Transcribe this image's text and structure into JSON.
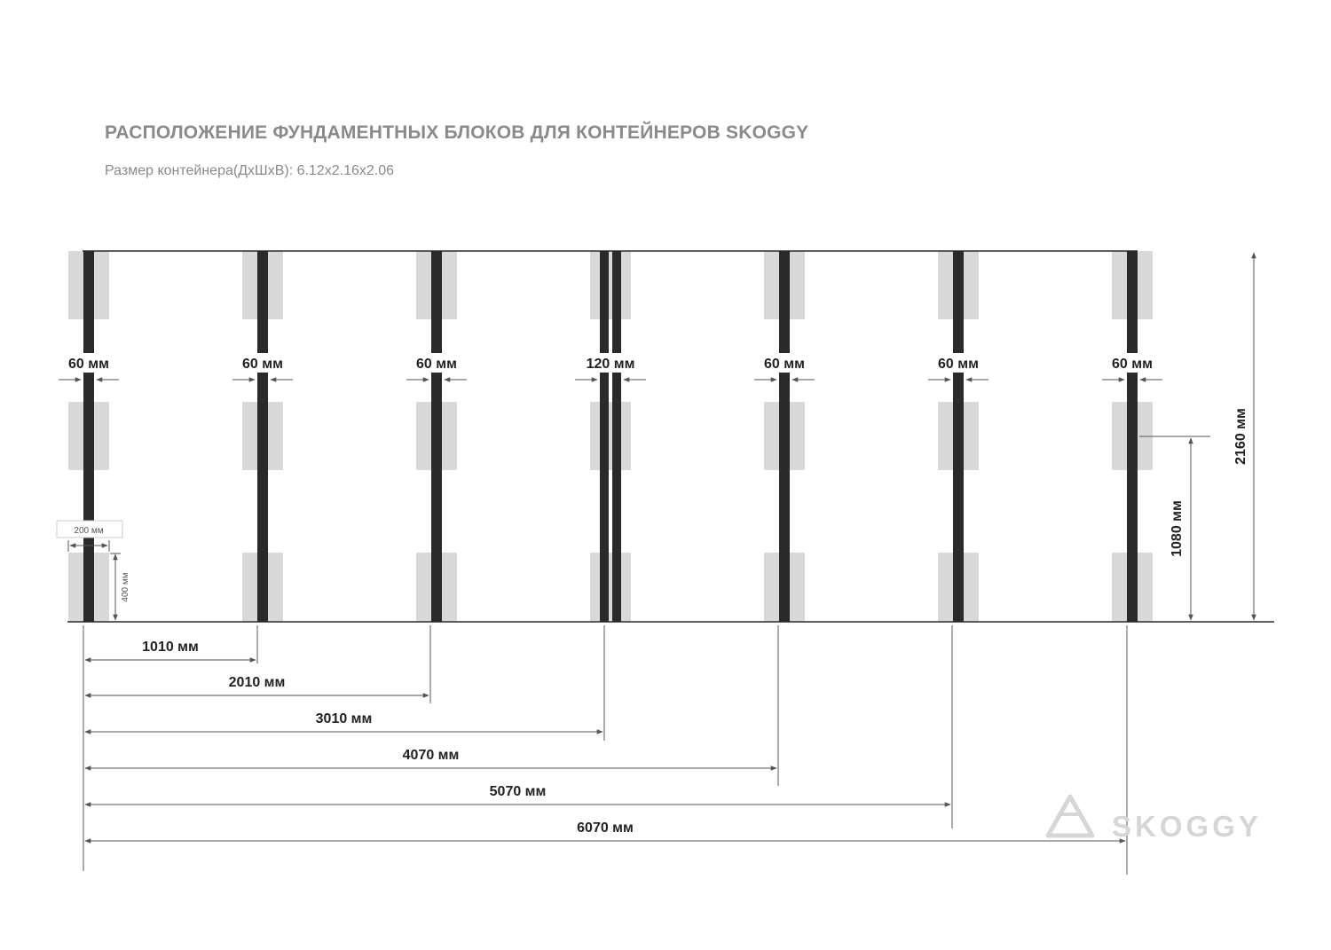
{
  "title": "РАСПОЛОЖЕНИЕ ФУНДАМЕНТНЫХ БЛОКОВ ДЛЯ КОНТЕЙНЕРОВ SKOGGY",
  "subtitle": "Размер контейнера(ДхШхВ): 6.12x2.16x2.06",
  "colors": {
    "beam": "#2a2a2a",
    "block": "#d9d9d9",
    "dim_line": "#555555",
    "text": "#222222",
    "muted": "#8a8a8a",
    "watermark": "#d6d6d6"
  },
  "beam_gaps": [
    "60 мм",
    "60 мм",
    "60 мм",
    "120 мм",
    "60 мм",
    "60 мм",
    "60 мм"
  ],
  "block": {
    "width_label": "200 мм",
    "height_label": "400 мм"
  },
  "heights": {
    "total_label": "2160 мм",
    "half_label": "1080 мм"
  },
  "distances": [
    "1010 мм",
    "2010 мм",
    "3010 мм",
    "4070 мм",
    "5070 мм",
    "6070 мм"
  ],
  "logo": {
    "text": "SKOGGY"
  }
}
